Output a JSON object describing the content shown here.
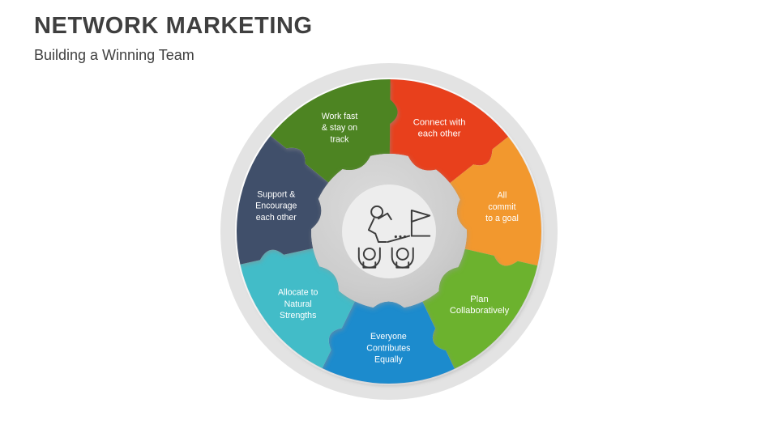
{
  "header": {
    "title": "NETWORK MARKETING",
    "subtitle": "Building a Winning Team"
  },
  "diagram": {
    "type": "puzzle-wheel",
    "center_icon": "team-goal-flag-icon",
    "ring_color": "#E3E3E3",
    "hub_color": "#CFCFCF",
    "hub_inner_color": "#EDEDED",
    "segment_count": 7,
    "segments": [
      {
        "id": "connect",
        "label_lines": [
          "Connect with",
          "each other"
        ],
        "color": "#E8401C",
        "angle_start": -90,
        "angle_end": -38.5
      },
      {
        "id": "commit",
        "label_lines": [
          "All",
          "commit",
          "to a goal"
        ],
        "color": "#F2982E",
        "angle_start": -38.5,
        "angle_end": 13
      },
      {
        "id": "plan",
        "label_lines": [
          "Plan",
          "Collaboratively"
        ],
        "color": "#6CB22E",
        "angle_start": 13,
        "angle_end": 64.5
      },
      {
        "id": "everyone",
        "label_lines": [
          "Everyone",
          "Contributes",
          "Equally"
        ],
        "color": "#1E8BCD",
        "angle_start": 64.5,
        "angle_end": 116
      },
      {
        "id": "allocate",
        "label_lines": [
          "Allocate to",
          "Natural",
          "Strengths"
        ],
        "color": "#42BCC8",
        "angle_start": 116,
        "angle_end": 167.5
      },
      {
        "id": "support",
        "label_lines": [
          "Support &",
          "Encourage",
          "each other"
        ],
        "color": "#3F506A",
        "angle_start": 167.5,
        "angle_end": 219
      },
      {
        "id": "workfast",
        "label_lines": [
          "Work fast",
          "& stay on",
          "track"
        ],
        "color": "#4E8420",
        "angle_start": 219,
        "angle_end": 270.5
      }
    ]
  }
}
